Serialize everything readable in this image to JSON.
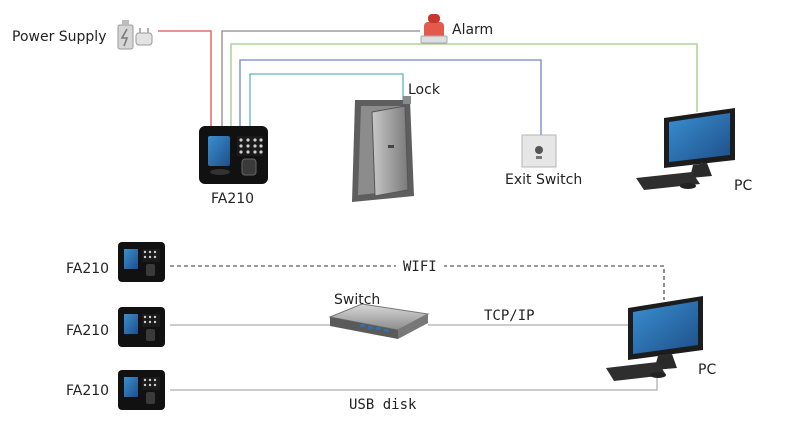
{
  "labels": {
    "power_supply": "Power Supply",
    "alarm": "Alarm",
    "lock": "Lock",
    "exit_switch": "Exit Switch",
    "pc_top": "PC",
    "device_top": "FA210",
    "device_row1": "FA210",
    "device_row2": "FA210",
    "device_row3": "FA210",
    "switch": "Switch",
    "wifi": "WIFI",
    "tcpip": "TCP/IP",
    "usb": "USB disk",
    "pc_bottom": "PC"
  },
  "colors": {
    "power_line": "#d9534f",
    "alarm_line": "#8a8a8a",
    "exit_line": "#6f86c9",
    "lock_line": "#5fb6b6",
    "pc_line": "#9ccc7f",
    "network_line": "#9a9a9a",
    "device_body": "#111111",
    "screen": "#2a6fb3"
  },
  "icons": {
    "power_supply": "battery-plug-icon",
    "alarm": "siren-icon",
    "lock": "door-icon",
    "exit_switch": "button-switch-icon",
    "pc": "all-in-one-pc-icon",
    "network_switch": "network-switch-icon",
    "device": "fingerprint-terminal-icon"
  }
}
